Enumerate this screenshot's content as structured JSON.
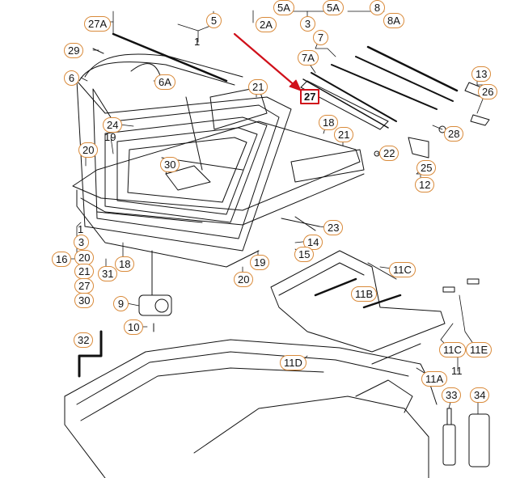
{
  "diagram": {
    "callouts": {
      "c_27A": "27A",
      "c_29": "29",
      "c_6": "6",
      "c_6A": "6A",
      "c_1": "1",
      "c_5": "5",
      "c_2A": "2A",
      "c_3": "3",
      "c_5A_left": "5A",
      "c_5A_right": "5A",
      "c_8": "8",
      "c_8A": "8A",
      "c_7": "7",
      "c_7A": "7A",
      "c_27_highlight": "27",
      "c_21_top": "21",
      "c_18_top": "18",
      "c_21_right": "21",
      "c_22": "22",
      "c_13": "13",
      "c_26": "26",
      "c_28": "28",
      "c_25": "25",
      "c_12": "12",
      "c_24": "24",
      "c_19_top": "19",
      "c_20_top": "20",
      "c_30_center": "30",
      "c_23": "23",
      "c_14": "14",
      "c_15": "15",
      "c_11C_top": "11C",
      "c_11B": "11B",
      "c_1_list": "1",
      "c_3_list": "3",
      "c_20_list": "20",
      "c_21_list": "21",
      "c_27_list": "27",
      "c_30_list": "30",
      "c_16": "16",
      "c_31": "31",
      "c_18_mid": "18",
      "c_19_mid": "19",
      "c_20_mid": "20",
      "c_9": "9",
      "c_10": "10",
      "c_32": "32",
      "c_11D": "11D",
      "c_11A": "11A",
      "c_11": "11",
      "c_11C_bottom": "11C",
      "c_11E": "11E",
      "c_33": "33",
      "c_34": "34"
    },
    "highlight_color": "#d0101a",
    "callout_border_color": "#d98a3a",
    "highlighted_part": "27"
  }
}
